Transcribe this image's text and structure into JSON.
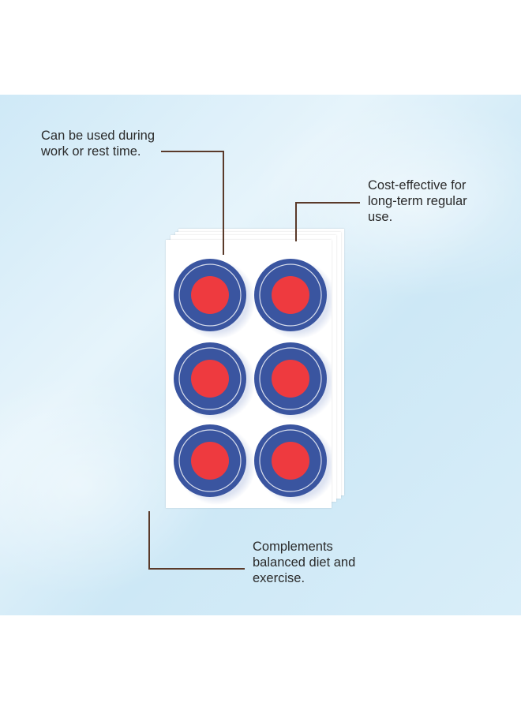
{
  "callouts": {
    "usage": [
      "Can be used during",
      "work or rest time."
    ],
    "cost": [
      "Cost-effective for",
      "long-term regular",
      "use."
    ],
    "diet": [
      "Complements",
      "balanced diet and",
      "exercise."
    ]
  },
  "colors": {
    "patch_outer": "#3a55a0",
    "patch_center": "#ee3a3f",
    "connector_line": "#5a3a2a",
    "background": "#d6ecf8"
  },
  "patches": [
    {
      "row": 1,
      "col": 1
    },
    {
      "row": 1,
      "col": 2
    },
    {
      "row": 2,
      "col": 1
    },
    {
      "row": 2,
      "col": 2
    },
    {
      "row": 3,
      "col": 1
    },
    {
      "row": 3,
      "col": 2
    }
  ]
}
